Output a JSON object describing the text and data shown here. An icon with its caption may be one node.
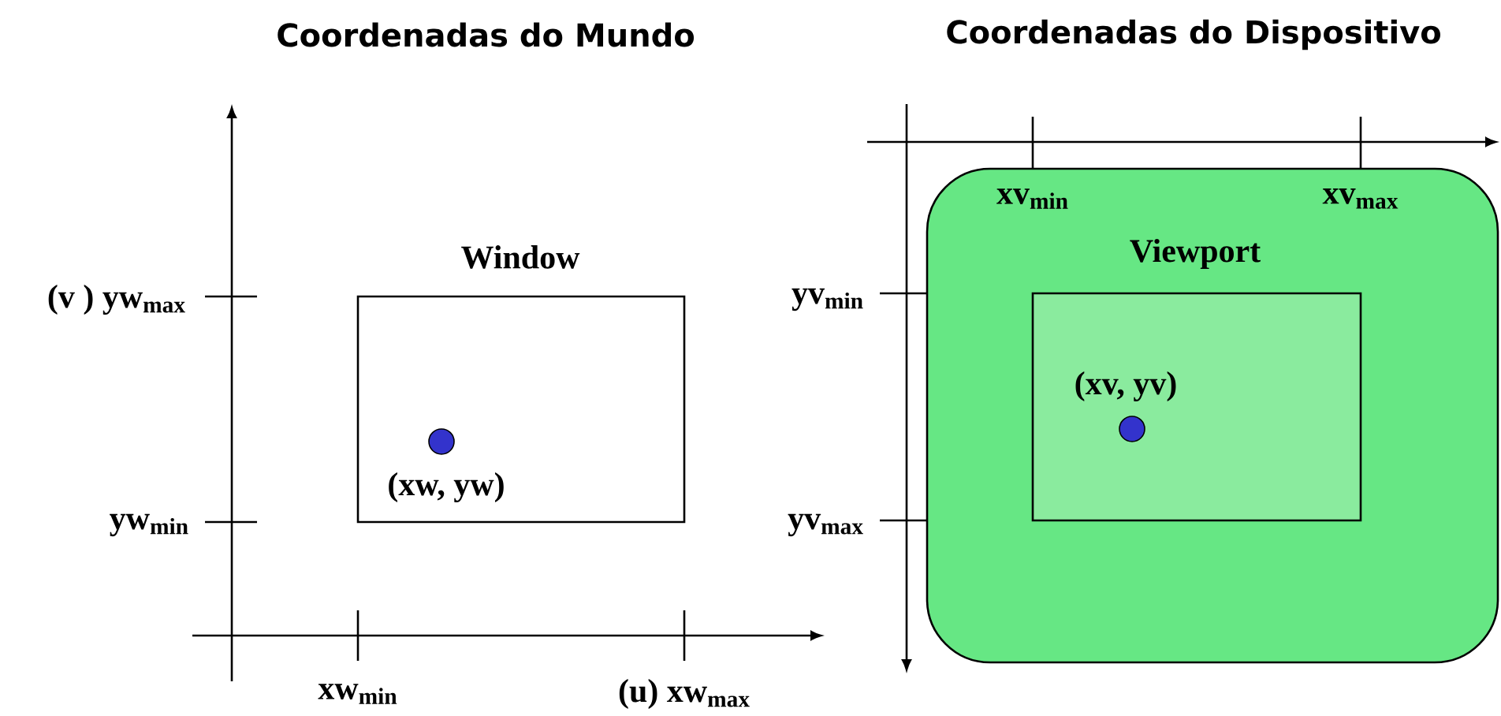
{
  "diagram": {
    "nodes": [
      {
        "text": [
          "Window"
        ]
      },
      {
        "text": [],
        "shape": "circle",
        "in": 0,
        "beside": [
          "(xw, yw)"
        ]
      },
      {
        "text": [],
        "shape": "box"
      },
      {
        "text": [
          "Viewport"
        ],
        "in": 2
      },
      {
        "text": [],
        "shape": "circle",
        "in": 3,
        "beside": [
          "(xv, yv)"
        ]
      }
    ],
    "labels": [
      "Coordenadas do Mundo",
      "Coordenadas do Dispositivo",
      "(v ) yw$_{max}$",
      "yw$_{min}$",
      "xw$_{min}$",
      "(u) xw$_{max}$",
      "xv$_{min}$",
      "xv$_{max}$",
      "yv$_{min}$",
      "yv$_{max}$"
    ]
  }
}
